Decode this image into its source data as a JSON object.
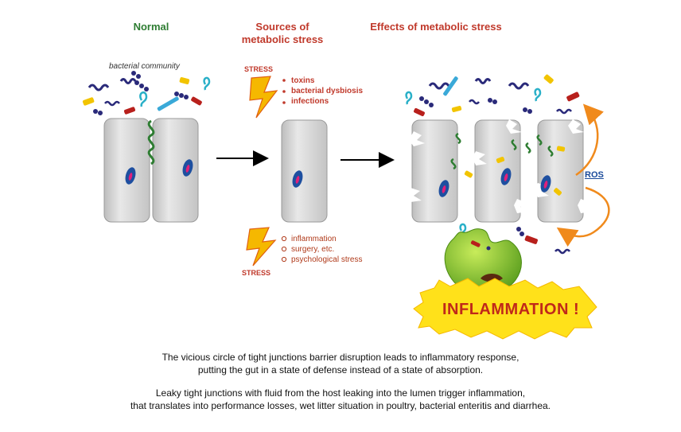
{
  "headers": {
    "normal": "Normal",
    "sources_line1": "Sources of",
    "sources_line2": "metabolic stress",
    "effects": "Effects of metabolic stress"
  },
  "labels": {
    "bacterial_community": "bacterial community",
    "stress_top": "STRESS",
    "stress_bottom": "STRESS",
    "ros": "ROS",
    "inflammation": "INFLAMMATION !"
  },
  "stress_sources_top": [
    "toxins",
    "bacterial dysbiosis",
    "infections"
  ],
  "stress_sources_bottom": [
    "inflammation",
    "surgery, etc.",
    "psychological stress"
  ],
  "captions": {
    "p1_line1": "The vicious circle of tight junctions barrier disruption leads to inflammatory response,",
    "p1_line2": "putting the gut in a state of defense instead of a state of absorption.",
    "p2_line1": "Leaky tight junctions with fluid from the host leaking into the lumen trigger inflammation,",
    "p2_line2": "that translates into performance losses, wet litter situation in poultry, bacterial enteritis and diarrhea."
  },
  "colors": {
    "normal_header": "#2e7d32",
    "stress_header": "#c0392b",
    "cell_fill": "#d9d9d9",
    "nucleus": "#1e4fa0",
    "nucleolus": "#e0207a",
    "junction": "#2e7d32",
    "bolt": "#f5b800",
    "ros_arrow": "#f08a1c",
    "blob": "#8dc63f",
    "starburst": "#ffe11a"
  }
}
